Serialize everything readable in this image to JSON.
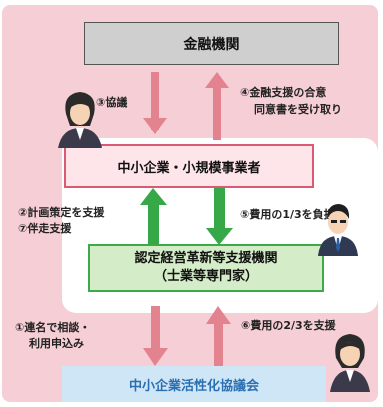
{
  "diagram": {
    "colors": {
      "outer_background": "#f6cfd6",
      "inner_panel": "#ffffff",
      "top_box_fill": "#cfcfcf",
      "sme_box_fill": "#fde5ea",
      "sme_box_border": "#d95a72",
      "support_box_fill": "#d4ecc8",
      "support_box_border": "#3daa4a",
      "council_box_fill": "#cfe6f7",
      "pink_arrow": "#e2838f",
      "green_arrow": "#37a848"
    },
    "boxes": {
      "financial_institution": "金融機関",
      "sme": "中小企業・小規模事業者",
      "support_agency_line1": "認定経営革新等支援機関",
      "support_agency_line2": "（士業等専門家）",
      "council": "中小企業活性化協議会"
    },
    "labels": {
      "consultation": "③協議",
      "financial_support": "④金融支援の合意",
      "consent_receipt": "同意書を受け取り",
      "plan_support": "②計画策定を支援",
      "accompany_support": "⑦伴走支援",
      "cost_one_third": "⑤費用の1/3を負担",
      "joint_application_1": "①連名で相談・",
      "joint_application_2": "利用申込み",
      "cost_two_thirds": "⑥費用の2/3を支援"
    }
  }
}
